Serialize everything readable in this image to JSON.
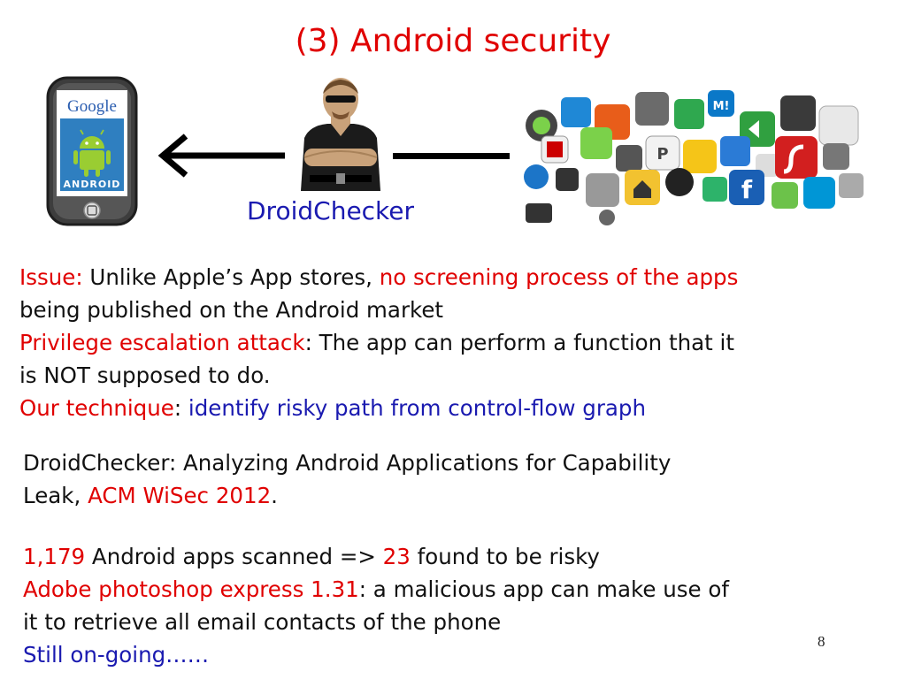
{
  "slide": {
    "title": "(3) Android security",
    "page_number": "8"
  },
  "figure": {
    "phone_brand": "Google",
    "phone_os": "ANDROID",
    "tool_name": "DroidChecker",
    "icons": [
      "phone-icon",
      "arrow-left-icon",
      "security-guard-icon",
      "app-icons-collage"
    ]
  },
  "issue": {
    "label": "Issue:",
    "text1": " Unlike Apple’s App stores, ",
    "highlight": "no screening process of the apps",
    "text2": "being published on the Android market"
  },
  "privilege": {
    "label": "Privilege escalation attack",
    "text1": ": The app can perform a function that it",
    "text2": "is NOT supposed to do."
  },
  "technique": {
    "label": "Our technique",
    "colon": ": ",
    "text": "identify risky path from control-flow graph"
  },
  "citation": {
    "text1": "DroidChecker: Analyzing Android Applications for Capability",
    "text2": "Leak,  ",
    "venue": "ACM WiSec 2012",
    "end": "."
  },
  "results": {
    "count": "1,179",
    "text1": " Android apps scanned => ",
    "risky": "23",
    "text2": " found to be risky",
    "case_label": "Adobe photoshop express 1.31",
    "case_text1": ": a malicious app can make use of",
    "case_text2": "it to retrieve all email contacts of the phone",
    "status": "Still on-going……"
  },
  "colors": {
    "title": "#e00000",
    "highlight_red": "#e00000",
    "highlight_blue": "#1a1ab0"
  }
}
